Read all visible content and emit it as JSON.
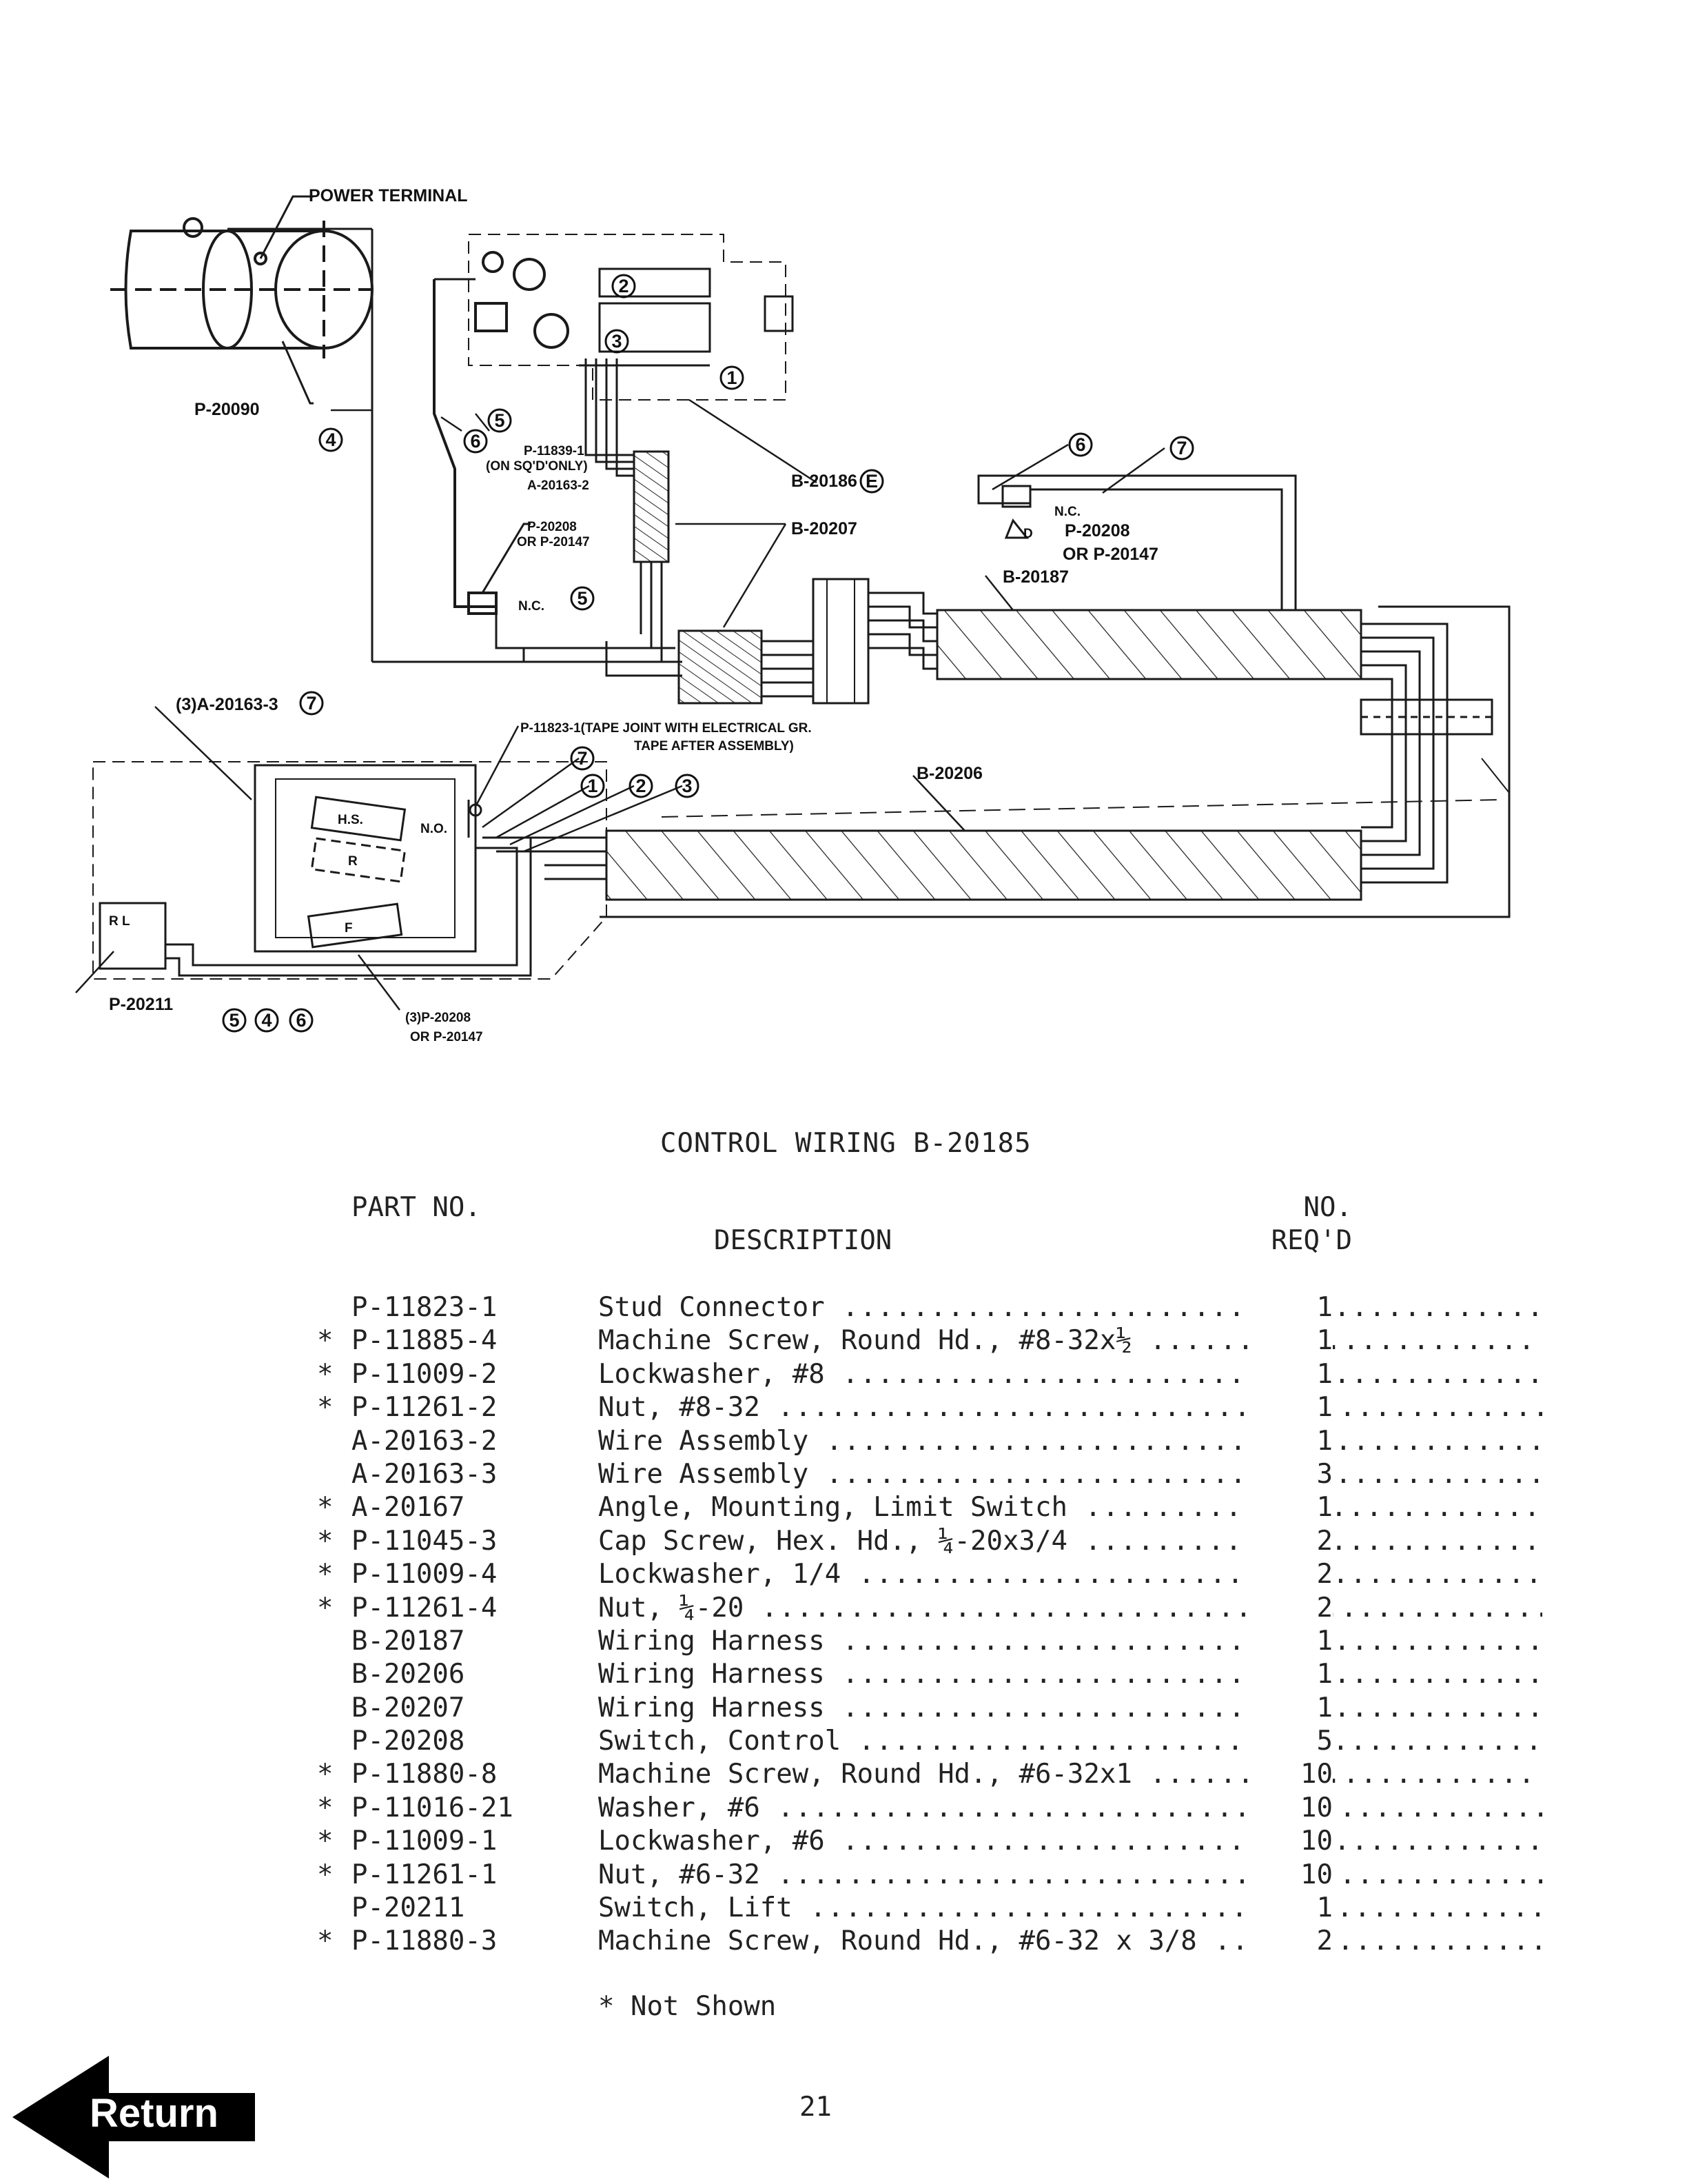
{
  "diagram_labels": {
    "power_terminal": "POWER TERMINAL",
    "p20090": "P-20090",
    "p11839": "P-11839-1",
    "on_sqd": "(ON SQ'D'ONLY)",
    "a20163_2": "A-20163-2",
    "p20208_left": "P-20208",
    "or_p20147_left": "OR P-20147",
    "nc_left": "N.C.",
    "b20186": "B-20186",
    "b20186_mark": "E",
    "b20207": "B-20207",
    "nc_right": "N.C.",
    "p20208_right": "P-20208",
    "or_p20147_right": "OR P-20147",
    "d_mark": "D",
    "b20187": "B-20187",
    "a20163_3": "(3)A-20163-3",
    "p11823_tape": "P-11823-1(TAPE JOINT WITH ELECTRICAL GR.",
    "tape_after": "TAPE AFTER ASSEMBLY)",
    "b20206": "B-20206",
    "hs": "H.S.",
    "r": "R",
    "f": "F",
    "no": "N.O.",
    "r_l": "R  L",
    "p20211": "P-20211",
    "p20208_bottom": "(3)P-20208",
    "or_p20147_bottom": "OR P-20147",
    "circle_1": "1",
    "circle_2": "2",
    "circle_3": "3",
    "circle_4": "4",
    "circle_5": "5",
    "circle_6": "6",
    "circle_7": "7"
  },
  "title": "CONTROL WIRING B-20185",
  "headers": {
    "part_no": "PART NO.",
    "description": "DESCRIPTION",
    "no_reqd": "NO. REQ'D"
  },
  "parts": [
    {
      "star": "",
      "part_no": "P-11823-1",
      "description": "Stud Connector",
      "qty": "1"
    },
    {
      "star": "*",
      "part_no": "P-11885-4",
      "description": "Machine Screw, Round Hd., #8-32x½",
      "qty": "1"
    },
    {
      "star": "*",
      "part_no": "P-11009-2",
      "description": "Lockwasher, #8",
      "qty": "1"
    },
    {
      "star": "*",
      "part_no": "P-11261-2",
      "description": "Nut, #8-32",
      "qty": "1"
    },
    {
      "star": "",
      "part_no": "A-20163-2",
      "description": "Wire Assembly",
      "qty": "1"
    },
    {
      "star": "",
      "part_no": "A-20163-3",
      "description": "Wire Assembly",
      "qty": "3"
    },
    {
      "star": "*",
      "part_no": "A-20167",
      "description": "Angle, Mounting, Limit Switch",
      "qty": "1"
    },
    {
      "star": "*",
      "part_no": "P-11045-3",
      "description": "Cap Screw, Hex. Hd., ¼-20x3/4",
      "qty": "2"
    },
    {
      "star": "*",
      "part_no": "P-11009-4",
      "description": "Lockwasher, 1/4",
      "qty": "2"
    },
    {
      "star": "*",
      "part_no": "P-11261-4",
      "description": "Nut, ¼-20",
      "qty": "2"
    },
    {
      "star": "",
      "part_no": "B-20187",
      "description": "Wiring Harness",
      "qty": "1"
    },
    {
      "star": "",
      "part_no": "B-20206",
      "description": "Wiring Harness",
      "qty": "1"
    },
    {
      "star": "",
      "part_no": "B-20207",
      "description": "Wiring Harness",
      "qty": "1"
    },
    {
      "star": "",
      "part_no": "P-20208",
      "description": "Switch, Control",
      "qty": "5"
    },
    {
      "star": "*",
      "part_no": "P-11880-8",
      "description": "Machine Screw, Round Hd., #6-32x1",
      "qty": "10"
    },
    {
      "star": "*",
      "part_no": "P-11016-21",
      "description": "Washer, #6",
      "qty": "10"
    },
    {
      "star": "*",
      "part_no": "P-11009-1",
      "description": "Lockwasher, #6",
      "qty": "10"
    },
    {
      "star": "*",
      "part_no": "P-11261-1",
      "description": "Nut, #6-32",
      "qty": "10"
    },
    {
      "star": "",
      "part_no": "P-20211",
      "description": "Switch, Lift",
      "qty": "1"
    },
    {
      "star": "*",
      "part_no": "P-11880-3",
      "description": "Machine Screw, Round Hd., #6-32 x 3/8",
      "qty": "2"
    }
  ],
  "footnote": "* Not Shown",
  "page_number": "21",
  "return_button": {
    "label": "Return"
  }
}
